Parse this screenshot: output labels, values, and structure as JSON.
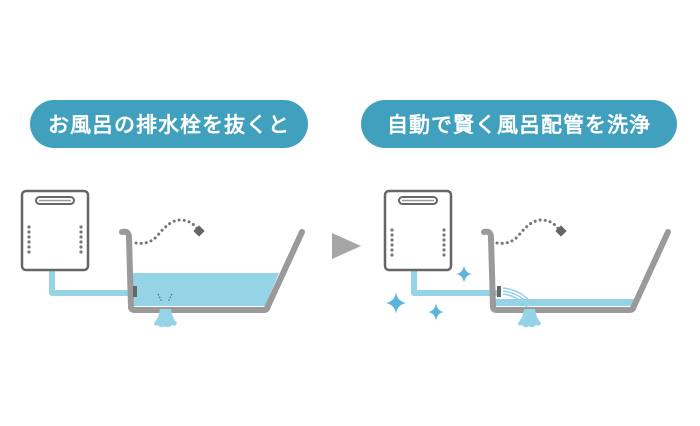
{
  "steps": [
    {
      "label": "お風呂の排水栓を抜くと",
      "state": "bath-full-draining"
    },
    {
      "label": "自動で賢く風呂配管を洗浄",
      "state": "pipe-cleaning"
    }
  ],
  "colors": {
    "pill": "#42a0bf",
    "water": "#95d3e6",
    "outline": "#9a9a9a",
    "dark": "#666666",
    "sparkle": "#5bb4dc"
  },
  "arrow": {
    "direction": "right"
  }
}
